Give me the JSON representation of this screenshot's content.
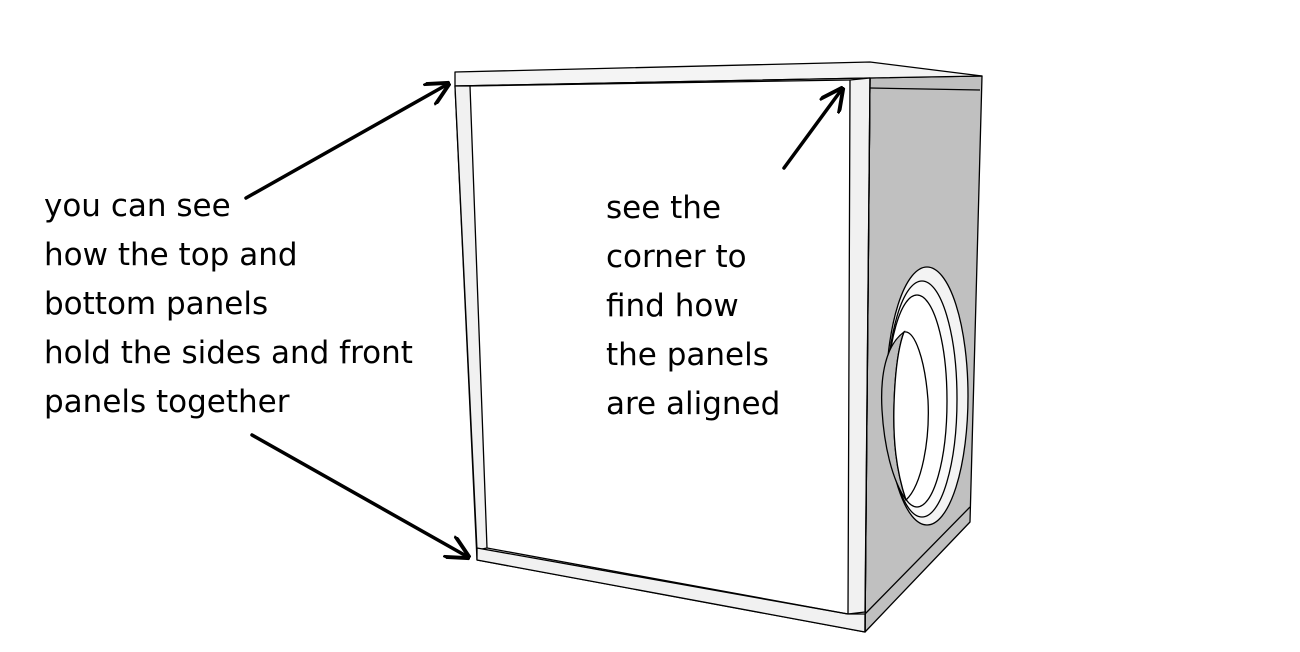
{
  "annotations": {
    "left_note": [
      "you can see",
      "how the top and",
      "bottom panels",
      "hold the sides and front",
      "panels together"
    ],
    "right_note": [
      "see the",
      "corner to",
      "find how",
      "the panels",
      "are aligned"
    ]
  },
  "colors": {
    "background": "#ffffff",
    "outline": "#000000",
    "front_panel": "#ffffff",
    "side_panel": "#c0c0c0",
    "panel_edge": "#eeeeee",
    "speaker_shadow": "#bdbdbd"
  }
}
